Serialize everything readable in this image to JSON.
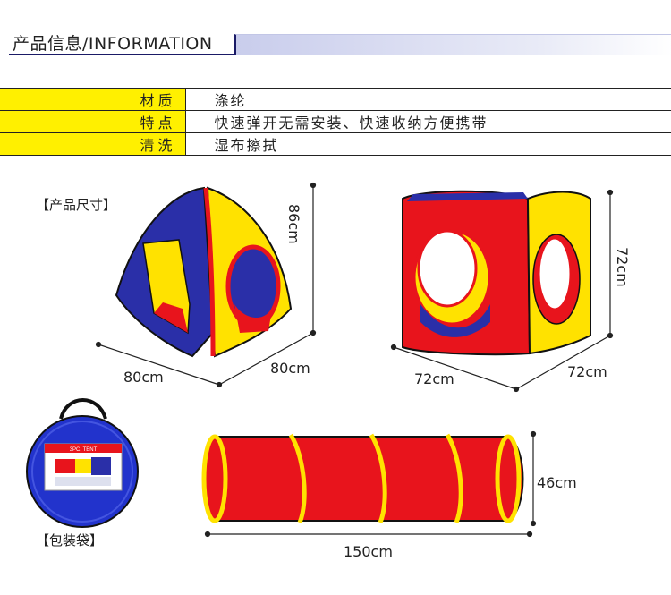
{
  "header": {
    "title": "产品信息/INFORMATION"
  },
  "specs": [
    {
      "key": "材质",
      "value": "涤纶"
    },
    {
      "key": "特点",
      "value": "快速弹开无需安装、快速收纳方便携带"
    },
    {
      "key": "清洗",
      "value": "湿布擦拭"
    }
  ],
  "labels": {
    "size": "【产品尺寸】",
    "bag": "【包装袋】"
  },
  "bag_text": "3PC. TENT",
  "dimensions": {
    "tent1_height": "86cm",
    "tent1_width": "80cm",
    "tent1_depth": "80cm",
    "tent2_height": "72cm",
    "tent2_width": "72cm",
    "tent2_depth": "72cm",
    "tunnel_height": "46cm",
    "tunnel_length": "150cm"
  },
  "colors": {
    "red": "#e8141c",
    "yellow": "#ffe200",
    "blue": "#2a2fa8",
    "table_key": "#fff000",
    "header_navy": "#1a1a66"
  }
}
